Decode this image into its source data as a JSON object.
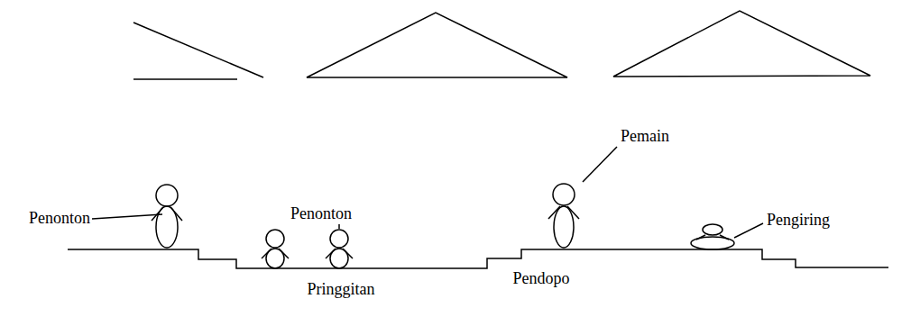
{
  "diagram": {
    "labels": [
      "Penonton",
      "Penonton",
      "Pemain",
      "Pengiring",
      "Pendopo",
      "Pringgitan"
    ]
  }
}
